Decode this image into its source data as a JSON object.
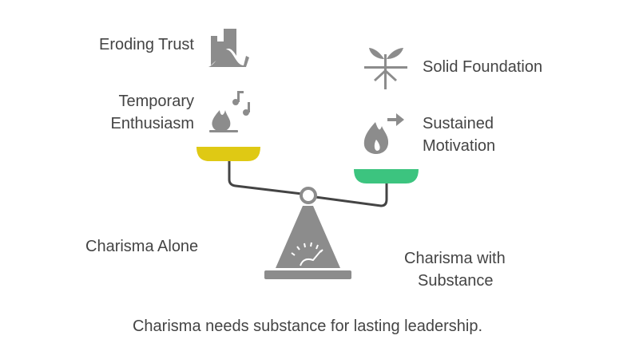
{
  "labels": {
    "eroding_trust": "Eroding Trust",
    "temporary_enthusiasm_1": "Temporary",
    "temporary_enthusiasm_2": "Enthusiasm",
    "solid_foundation": "Solid Foundation",
    "sustained_motivation_1": "Sustained",
    "sustained_motivation_2": "Motivation",
    "charisma_alone": "Charisma Alone",
    "charisma_substance_1": "Charisma with",
    "charisma_substance_2": "Substance",
    "caption": "Charisma needs substance for lasting leadership."
  },
  "colors": {
    "left_pan": "#dfc914",
    "right_pan": "#3cc47f",
    "icon": "#8c8c8c",
    "beam": "#444444"
  }
}
